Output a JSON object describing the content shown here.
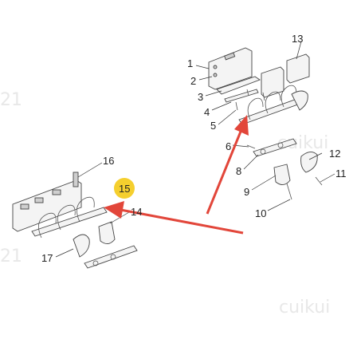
{
  "labels": {
    "l1": "1",
    "l2": "2",
    "l3": "3",
    "l4": "4",
    "l5": "5",
    "l6": "6",
    "l8": "8",
    "l9": "9",
    "l10": "10",
    "l11": "11",
    "l12": "12",
    "l13": "13",
    "l14": "14",
    "l15": "15",
    "l16": "16",
    "l17": "17"
  },
  "watermarks": {
    "w1": "21",
    "w2": "21",
    "w3": "cuikui",
    "w4": "cuikui"
  },
  "colors": {
    "arrow": "#e2463a",
    "highlight": "#f5cf2e",
    "line": "#444444"
  }
}
